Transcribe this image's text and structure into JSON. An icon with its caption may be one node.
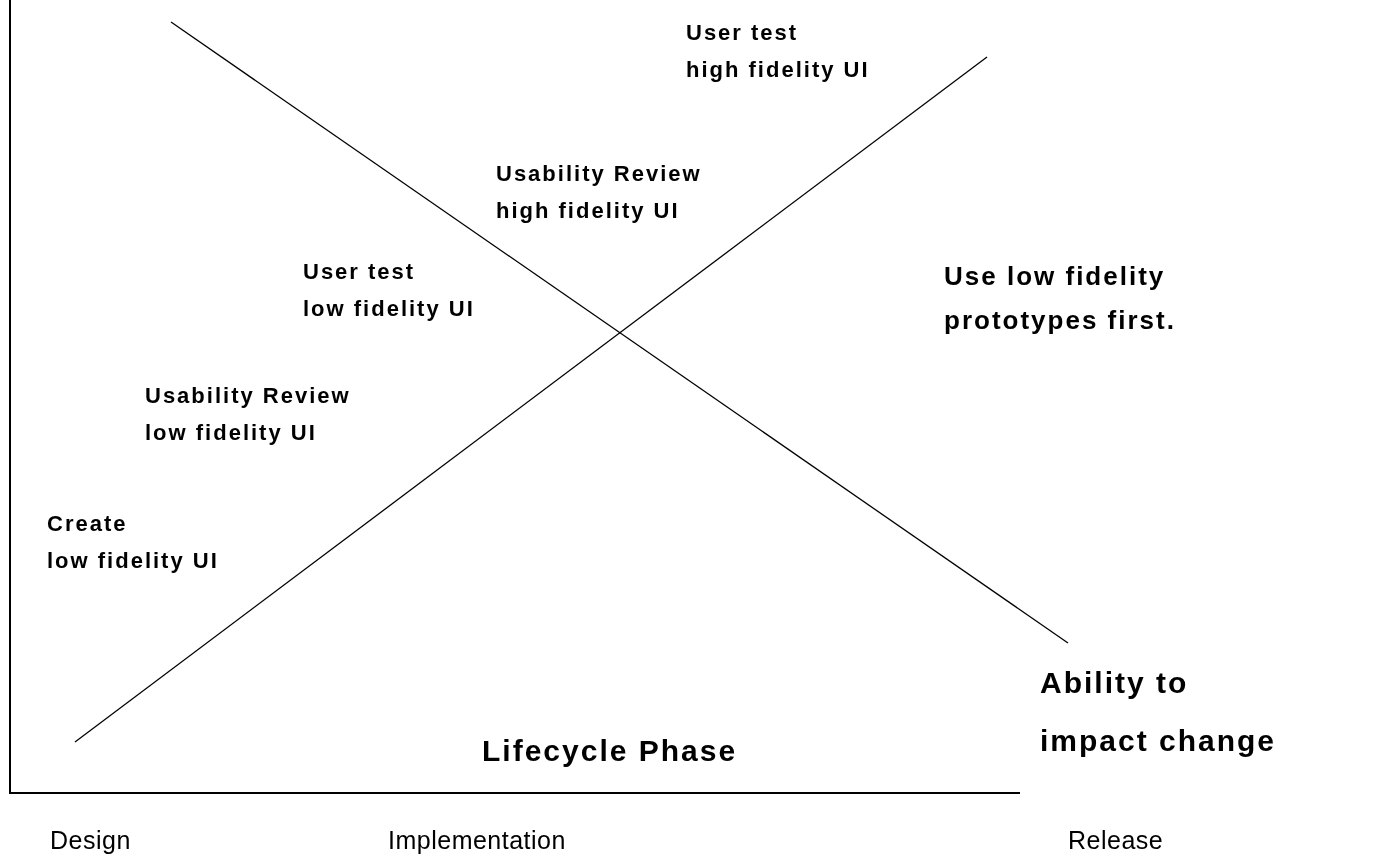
{
  "diagram": {
    "labels": [
      "User test high fidelity UI",
      "Usability Review high fidelity UI",
      "User test low fidelity UI",
      "Use low fidelity prototypes first.",
      "Usability Review low fidelity UI",
      "Create low fidelity UI",
      "Ability to impact change",
      "Lifecycle Phase",
      "Design",
      "Implementation",
      "Release"
    ]
  }
}
